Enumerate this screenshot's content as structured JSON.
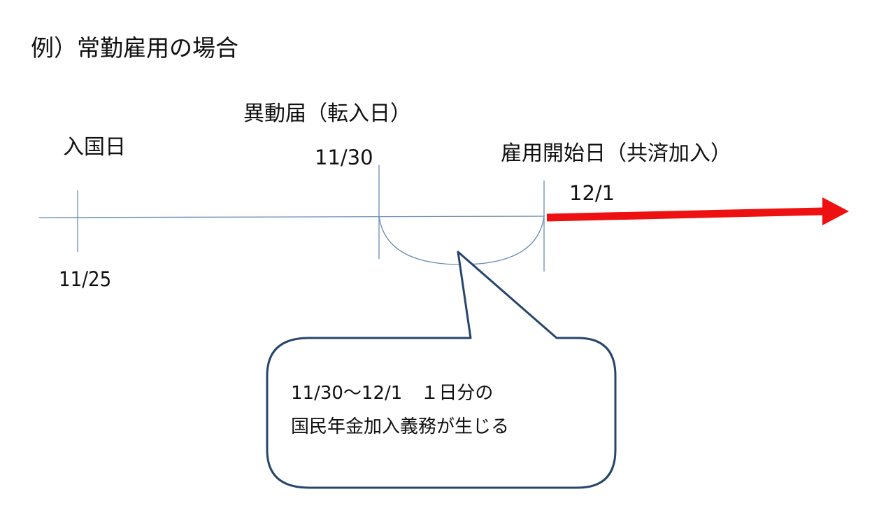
{
  "title": "例）常勤雇用の場合",
  "events": {
    "entry": {
      "label": "入国日",
      "date": "11/25"
    },
    "notice": {
      "label": "異動届（転入日）",
      "date": "11/30"
    },
    "employment": {
      "label": "雇用開始日（共済加入）",
      "date": "12/1"
    }
  },
  "callout": {
    "line1": "11/30～12/1　１日分の",
    "line2": "国民年金加入義務が生じる"
  },
  "colors": {
    "timeline": "#6a8db4",
    "arrow": "#ee1111",
    "callout_border": "#27456b",
    "text": "#111111"
  }
}
